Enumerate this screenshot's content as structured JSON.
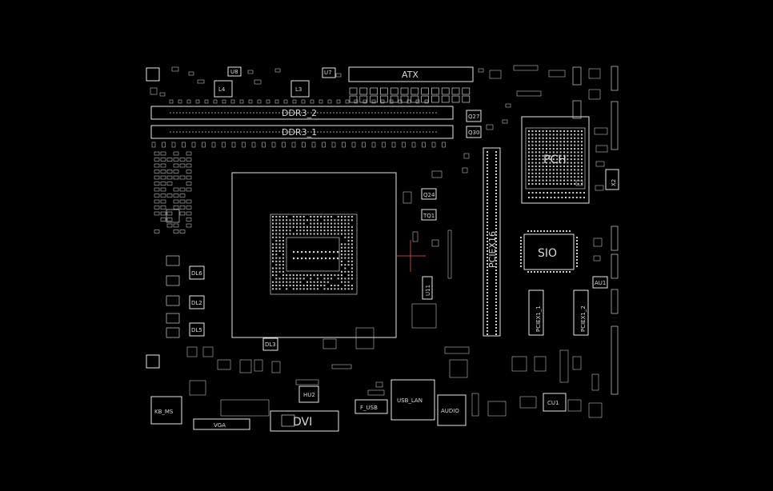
{
  "labels": {
    "atx": "ATX",
    "ddr3_2": "DDR3_2",
    "ddr3_1": "DDR3_1",
    "l4": "L4",
    "l3": "L3",
    "u8": "U8",
    "u7": "U7",
    "pch": "PCH",
    "x2": "X2",
    "pciex16": "PCIEX16",
    "sio": "SIO",
    "pciex1_1": "PCIEX1_1",
    "pciex1_2": "PCIEX1_2",
    "dl6": "DL6",
    "dl2": "DL2",
    "dl5": "DL5",
    "dl3": "DL3",
    "kb_ms": "KB_MS",
    "vga": "VGA",
    "dvi": "DVI",
    "hu2": "HU2",
    "f_usb": "F_USB",
    "usb_lan": "USB_LAN",
    "audio": "AUDIO",
    "cu1": "CU1",
    "au1": "AU1",
    "q24": "Q24",
    "q27": "Q27",
    "q30": "Q30",
    "tq1": "TQ1",
    "u11": "U11"
  },
  "colors": {
    "background": "#000000",
    "trace": "#e6e6e6",
    "crosshair": "#e05a5a"
  }
}
